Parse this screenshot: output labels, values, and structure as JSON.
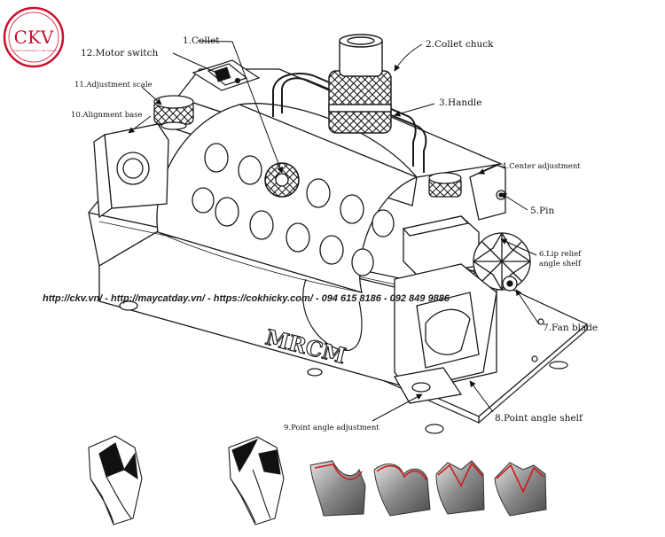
{
  "logo": {
    "text": "CKV",
    "tagline": "connect technology to life renews",
    "color": "#c8102e"
  },
  "labels": {
    "l1": "1.Collet",
    "l2": "2.Collet chuck",
    "l3": "3.Handle",
    "l4": "4.Center adjustment",
    "l5": "5.Pin",
    "l6a": "6.Lip relief",
    "l6b": "angle shelf",
    "l7": "7.Fan blade",
    "l8": "8.Point angle shelf",
    "l9": "9.Point angle adjustment",
    "l10": "10.Alignment base",
    "l11": "11.Adjustment scale",
    "l12": "12.Motor switch"
  },
  "brand": "MRCM",
  "watermark": "http://ckv.vn/ - http://maycatday.vn/ - https://cokhicky.com/ - 094 615 8186 - 092 849 9886",
  "colors": {
    "line": "#1a1a1a",
    "text": "#111111",
    "red_outline": "#d01a1a",
    "metal": "#9a9a9a"
  }
}
